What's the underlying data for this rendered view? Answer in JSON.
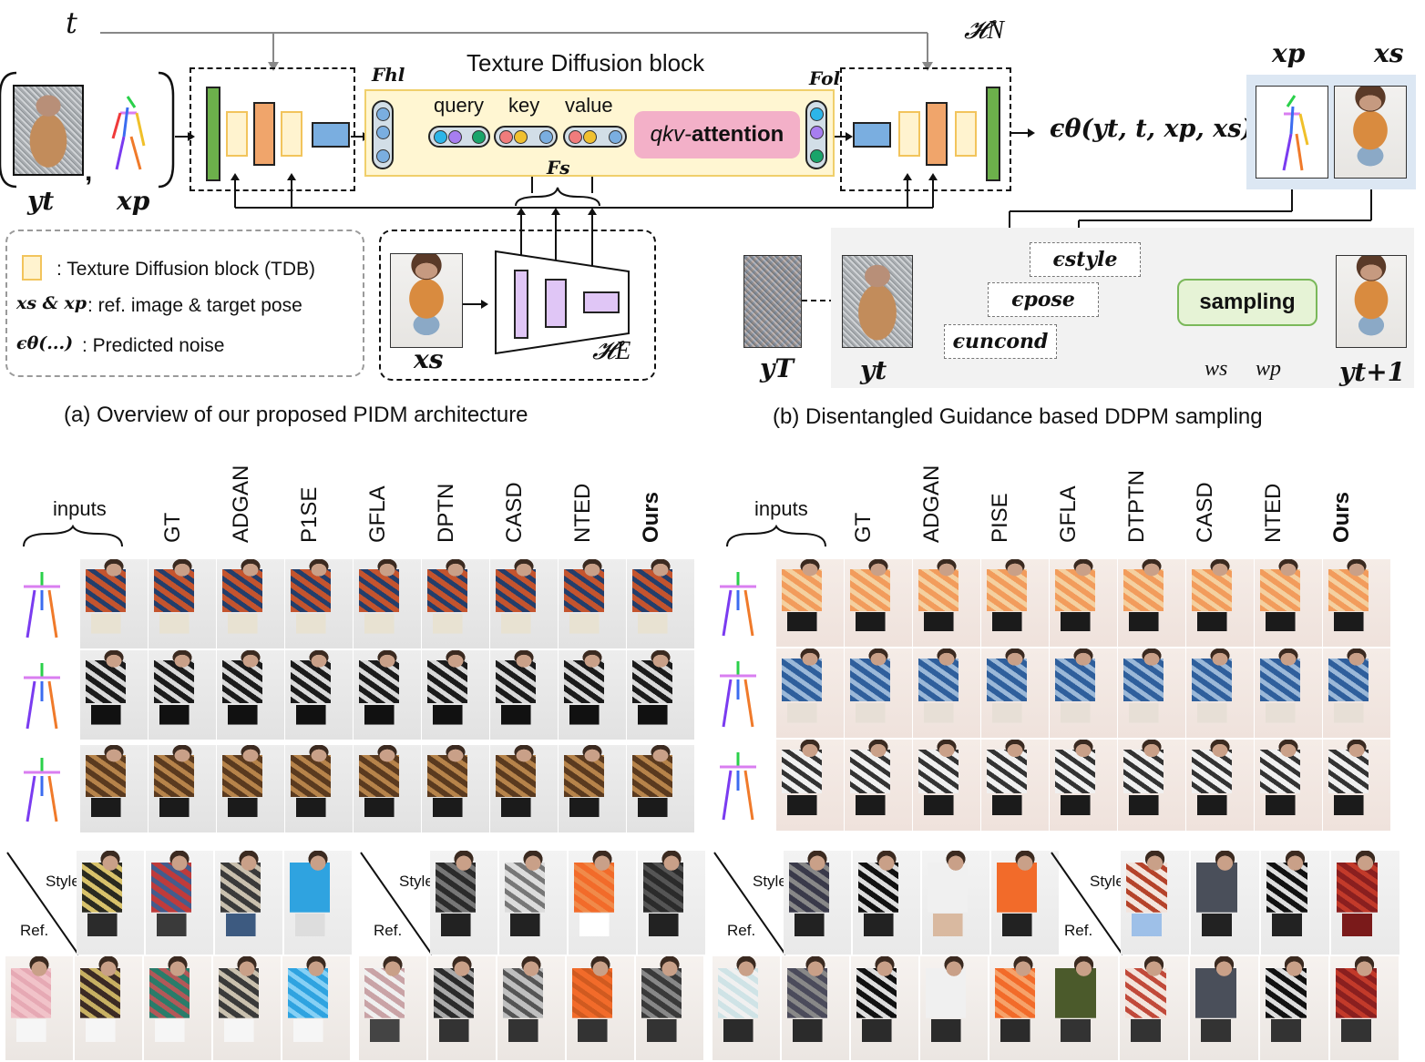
{
  "figure_a": {
    "t_label": "t",
    "hn_label": "𝓗N",
    "tdb_title": "Texture Diffusion block",
    "fh_label": "Fhl",
    "fo_label": "Fol",
    "fs_label": "Fs",
    "query": "query",
    "key": "key",
    "value": "value",
    "attention_prefix": "qkv-",
    "attention_bold": "attention",
    "output_formula": "ϵθ(yt, t, xp, xs)",
    "yt_label": "yt",
    "xp_label": "xp",
    "xs_label": "xs",
    "he_label": "𝓗E",
    "caption": "(a) Overview of our proposed PIDM architecture",
    "legend": {
      "tdb": ": Texture Diffusion block (TDB)",
      "refs": ": ref. image & target pose",
      "refs_math": "xs & xp",
      "noise": ": Predicted noise",
      "noise_math": "ϵθ(...)"
    }
  },
  "figure_b": {
    "xp_label": "xp",
    "xs_label": "xs",
    "eps_style": "ϵstyle",
    "eps_pose": "ϵpose",
    "eps_uncond": "ϵuncond",
    "sampling": "sampling",
    "ws": "ws",
    "wp": "wp",
    "yT": "yT",
    "yt": "yt",
    "yt1": "yt+1",
    "caption": "(b) Disentangled Guidance based DDPM sampling"
  },
  "comparison_left": {
    "inputs": "inputs",
    "columns": [
      "GT",
      "ADGAN",
      "P1SE",
      "GFLA",
      "DPTN",
      "CASD",
      "NTED",
      "Ours"
    ]
  },
  "comparison_right": {
    "inputs": "inputs",
    "columns": [
      "GT",
      "ADGAN",
      "PISE",
      "GFLA",
      "DTPTN",
      "CASD",
      "NTED",
      "Ours"
    ]
  },
  "style_transfer": {
    "style": "Style",
    "ref": "Ref."
  }
}
